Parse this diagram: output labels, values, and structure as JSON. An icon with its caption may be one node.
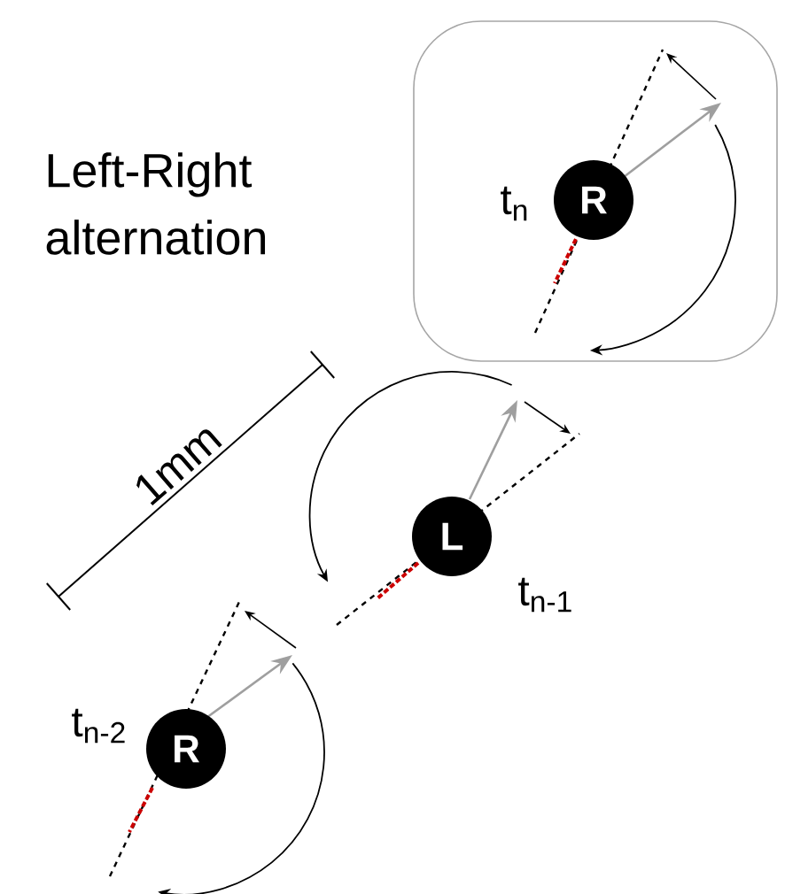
{
  "diagram": {
    "nodes": [
      {
        "text": [],
        "shape": "box"
      },
      {
        "text": [
          "R"
        ],
        "beside": [
          "t$_{n}$"
        ],
        "in": 0
      },
      {
        "text": [
          "L"
        ],
        "beside": [
          "t$_{n-1}$"
        ]
      },
      {
        "text": [
          "R"
        ],
        "beside": [
          "t$_{n-2}$"
        ]
      }
    ],
    "labels": [
      "Left-Right alternation",
      "1mm"
    ]
  }
}
